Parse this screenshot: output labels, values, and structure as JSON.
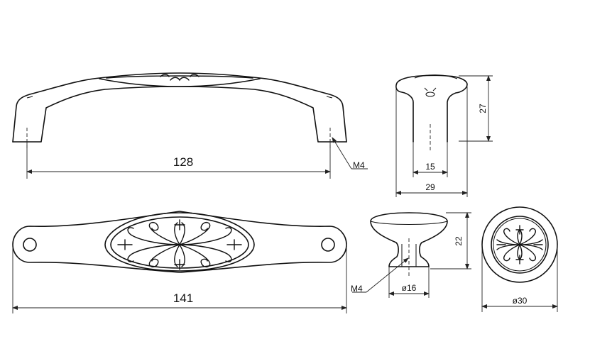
{
  "labels": {
    "handle_length": "128",
    "handle_thread": "M4",
    "handle_profile_height": "27",
    "handle_profile_foot": "15",
    "handle_profile_width": "29",
    "handle_overall_length": "141",
    "knob_height": "22",
    "knob_thread": "M4",
    "knob_base_diameter": "ø16",
    "knob_diameter": "ø30"
  }
}
